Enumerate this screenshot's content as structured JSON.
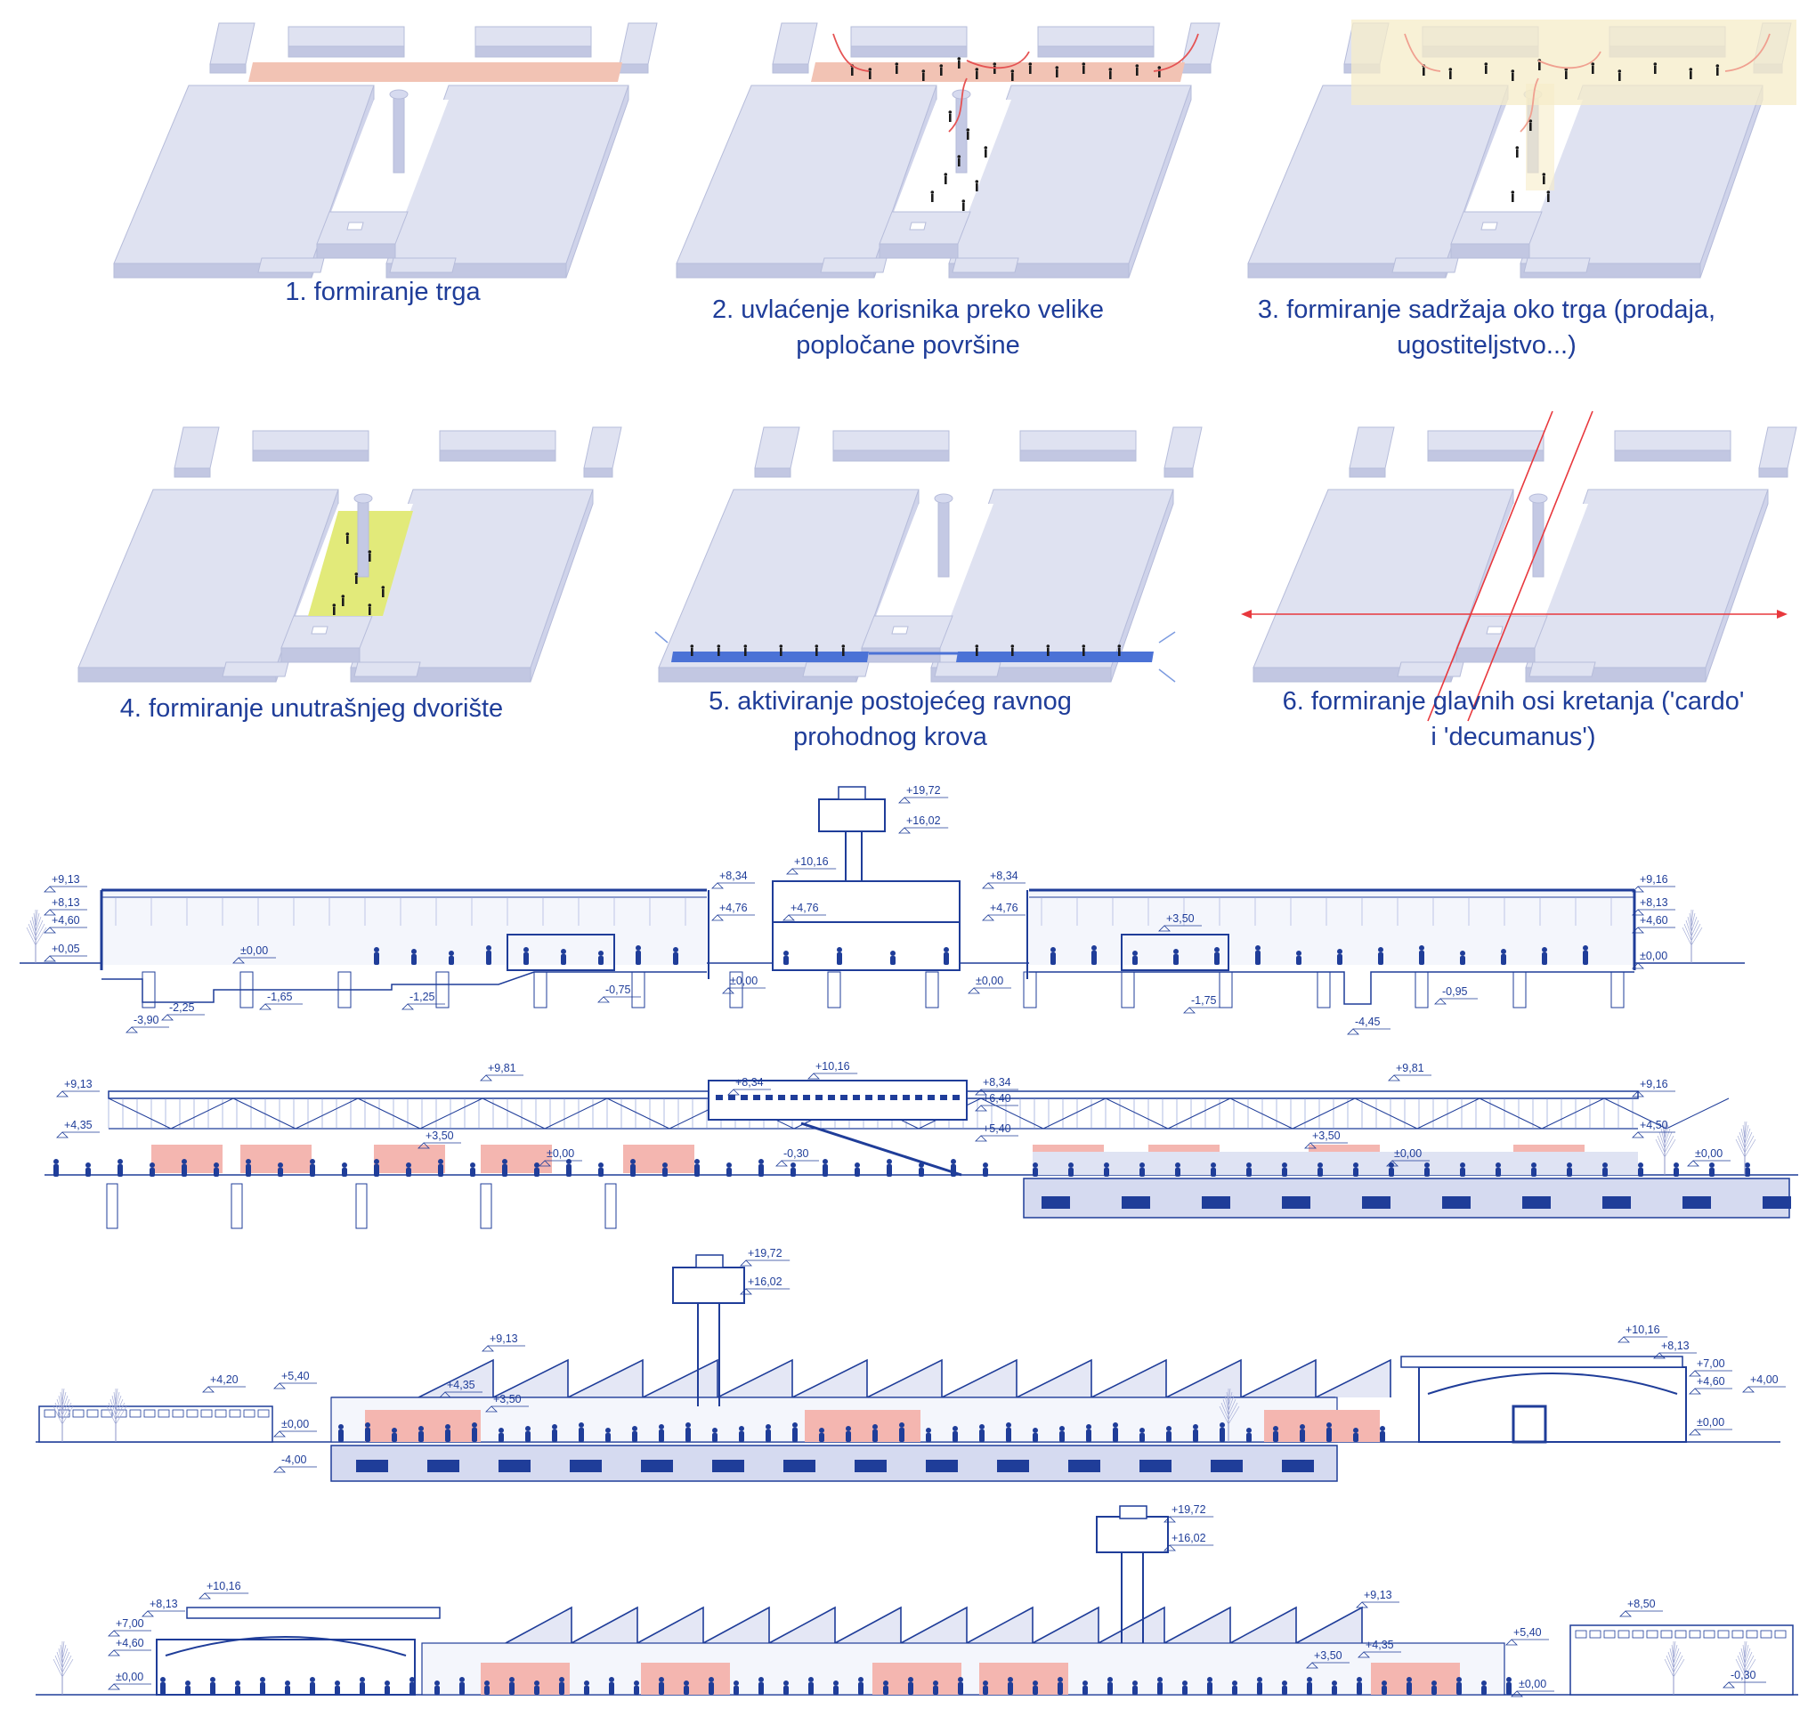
{
  "steps": [
    {
      "line1": "1. formiranje trga",
      "line2": ""
    },
    {
      "line1": "2. uvlaćenje korisnika preko velike",
      "line2": "popločane površine"
    },
    {
      "line1": "3. formiranje sadržaja oko trga (prodaja,",
      "line2": "ugostiteljstvo...)"
    },
    {
      "line1": "4. formiranje unutrašnjeg dvorište",
      "line2": ""
    },
    {
      "line1": "5. aktiviranje postojećeg ravnog",
      "line2": "prohodnog krova"
    },
    {
      "line1": "6. formiranje glavnih osi kretanja ('cardo'",
      "line2": "i 'decumanus')"
    }
  ],
  "colors": {
    "block": "#dfe2f1",
    "block_side": "#c2c7e2",
    "block_edge": "#b6bcda",
    "square": "#f2c3b4",
    "zone": "#f6ecc8",
    "courtyard": "#e2ea7a",
    "roof": "#4b72d6",
    "axis": "#e8383d",
    "arrow": "#e55353",
    "ink": "#1f3d99",
    "pink": "#f4b6b0"
  },
  "sections": [
    {
      "levels": [
        "+19,72",
        "+16,02",
        "+10,16",
        "+9,13",
        "+8,13",
        "+4,60",
        "+0,05",
        "+8,34",
        "+4,76",
        "±0,00",
        "+4,76",
        "+8,34",
        "+4,76",
        "+3,50",
        "+9,16",
        "+8,13",
        "+4,60",
        "±0,00",
        "±0,00",
        "±0,00",
        "-1,65",
        "-1,25",
        "-0,75",
        "-2,25",
        "-3,90",
        "-1,75",
        "-0,95",
        "-4,45"
      ]
    },
    {
      "levels": [
        "+9,13",
        "+4,35",
        "+9,81",
        "+3,50",
        "+10,16",
        "+8,34",
        "±0,00",
        "-0,30",
        "+8,34",
        "+6,40",
        "+5,40",
        "+9,81",
        "+3,50",
        "±0,00",
        "+9,16",
        "+4,50",
        "±0,00"
      ]
    },
    {
      "levels": [
        "+19,72",
        "+16,02",
        "+9,13",
        "+5,40",
        "+4,20",
        "+4,35",
        "+3,50",
        "±0,00",
        "-4,00",
        "+10,16",
        "+8,13",
        "+7,00",
        "+4,60",
        "+4,00",
        "±0,00"
      ]
    },
    {
      "levels": [
        "+19,72",
        "+16,02",
        "+10,16",
        "+8,13",
        "+7,00",
        "+4,60",
        "±0,00",
        "+9,13",
        "+5,40",
        "+4,35",
        "+3,50",
        "+8,50",
        "±0,00",
        "-0,30"
      ]
    }
  ]
}
